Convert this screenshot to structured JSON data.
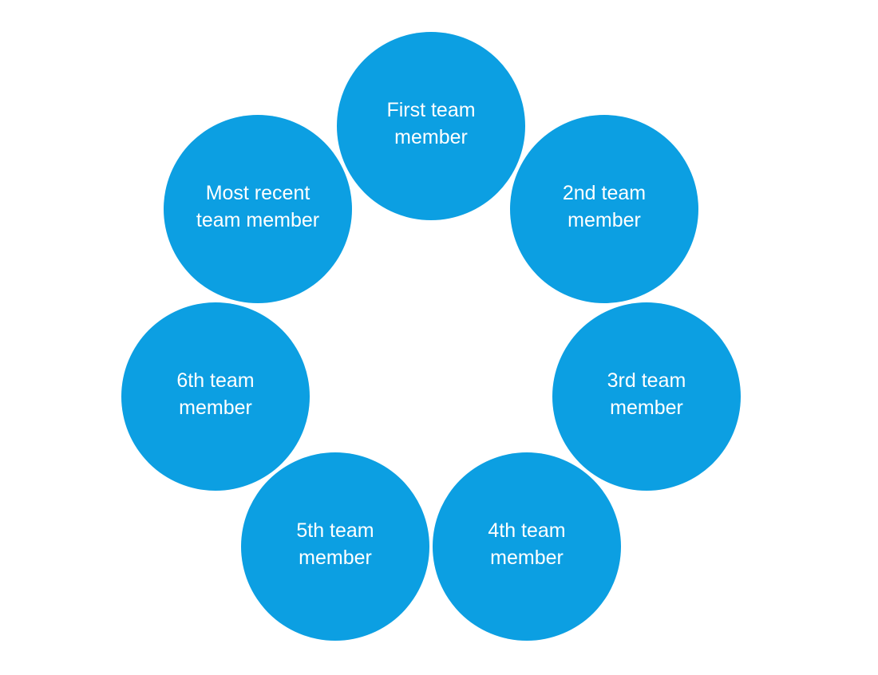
{
  "diagram": {
    "type": "circle-ring",
    "background_color": "#FFFFFF",
    "node_fill_color": "#0C9FE2",
    "node_text_color": "#FFFFFF",
    "nodes": [
      {
        "label": "First team\nmember",
        "position": "top"
      },
      {
        "label": "2nd team\nmember",
        "position": "upper-right"
      },
      {
        "label": "3rd team\nmember",
        "position": "right"
      },
      {
        "label": "4th team\nmember",
        "position": "lower-right"
      },
      {
        "label": "5th team\nmember",
        "position": "lower-left"
      },
      {
        "label": "6th team\nmember",
        "position": "left"
      },
      {
        "label": "Most recent\nteam member",
        "position": "upper-left"
      }
    ]
  }
}
